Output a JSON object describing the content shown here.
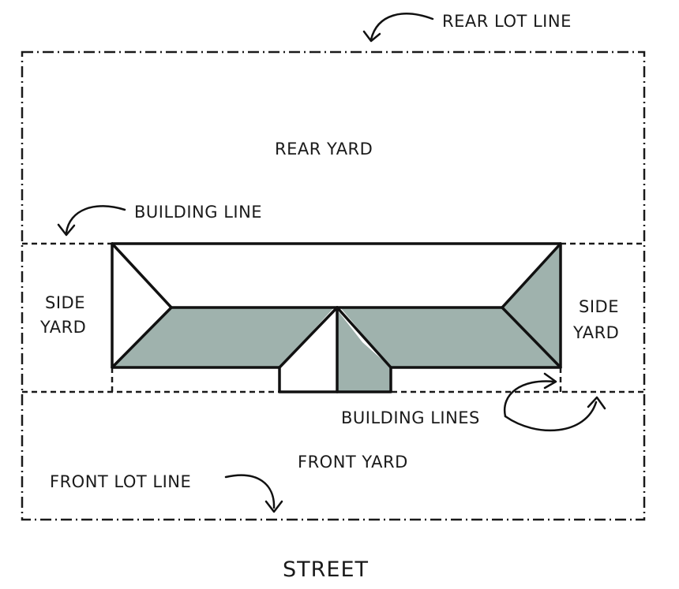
{
  "colors": {
    "roof_fill": "#9fb2ad",
    "line": "#1a1a1a",
    "background": "#ffffff"
  },
  "labels": {
    "rear_lot_line": "REAR LOT LINE",
    "rear_yard": "REAR YARD",
    "building_line": "BUILDING LINE",
    "side_yard_left": [
      "SIDE",
      "YARD"
    ],
    "side_yard_right": [
      "SIDE",
      "YARD"
    ],
    "building_lines": "BUILDING LINES",
    "front_yard": "FRONT YARD",
    "front_lot_line": "FRONT LOT LINE",
    "street": "STREET"
  }
}
